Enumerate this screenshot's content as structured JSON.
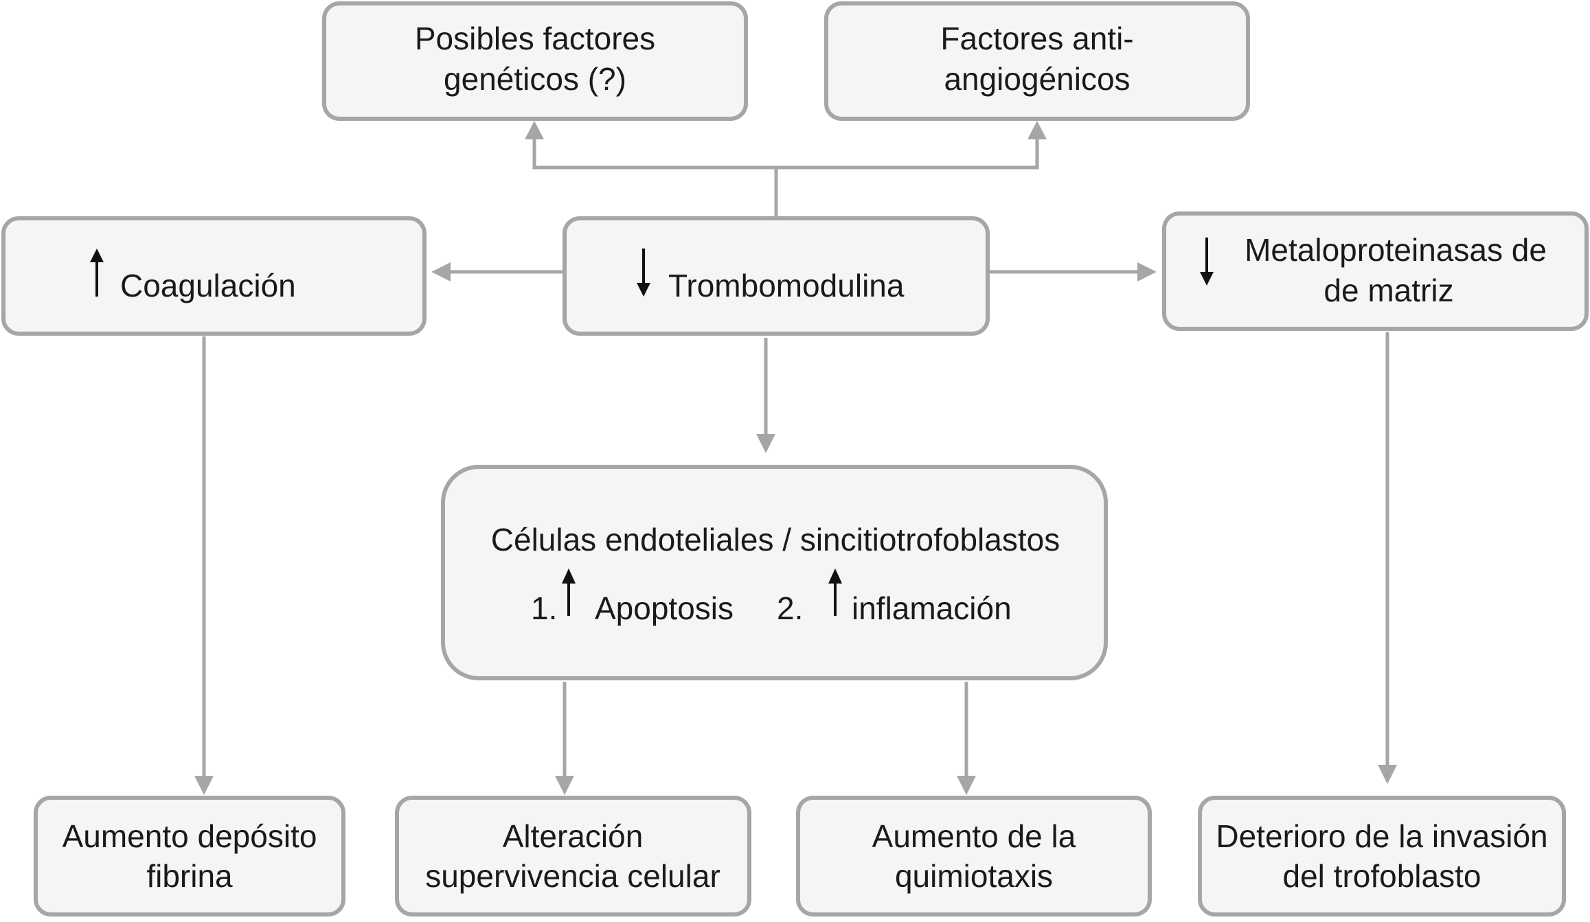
{
  "nodes": {
    "geneticos": {
      "lines": [
        "Posibles factores",
        "genéticos (?)"
      ]
    },
    "antiangiogenicos": {
      "lines": [
        "Factores anti-",
        "angiogénicos"
      ]
    },
    "coagulacion": {
      "indicator": "up-arrow-icon",
      "label": "Coagulación"
    },
    "trombomodulina": {
      "indicator": "down-arrow-icon",
      "label": "Trombomodulina"
    },
    "metaloproteinasas": {
      "indicator": "down-arrow-icon",
      "lines": [
        "Metaloproteinasas de",
        "de matriz"
      ]
    },
    "celulas": {
      "title": "Células endoteliales / sincitiotrofoblastos",
      "item1_number": "1.",
      "item1_indicator": "up-arrow-icon",
      "item1_label": "Apoptosis",
      "item2_number": "2.",
      "item2_indicator": "up-arrow-icon",
      "item2_label": "inflamación"
    },
    "fibrina": {
      "lines": [
        "Aumento depósito",
        "fibrina"
      ]
    },
    "supervivencia": {
      "lines": [
        "Alteración",
        "supervivencia celular"
      ]
    },
    "quimiotaxis": {
      "lines": [
        "Aumento de la",
        "quimiotaxis"
      ]
    },
    "invasion": {
      "lines": [
        "Deterioro de la invasión",
        "del trofoblasto"
      ]
    }
  },
  "edges": [
    {
      "from": "trombomodulina",
      "to": "geneticos"
    },
    {
      "from": "trombomodulina",
      "to": "antiangiogenicos"
    },
    {
      "from": "trombomodulina",
      "to": "coagulacion"
    },
    {
      "from": "trombomodulina",
      "to": "metaloproteinasas"
    },
    {
      "from": "trombomodulina",
      "to": "celulas"
    },
    {
      "from": "coagulacion",
      "to": "fibrina"
    },
    {
      "from": "celulas",
      "to": "supervivencia"
    },
    {
      "from": "celulas",
      "to": "quimiotaxis"
    },
    {
      "from": "metaloproteinasas",
      "to": "invasion"
    }
  ],
  "colors": {
    "box_fill": "#f5f5f5",
    "box_border": "#a6a6a6",
    "connector": "#a6a6a6",
    "text": "#1a1a1a",
    "indicator": "#111111"
  }
}
